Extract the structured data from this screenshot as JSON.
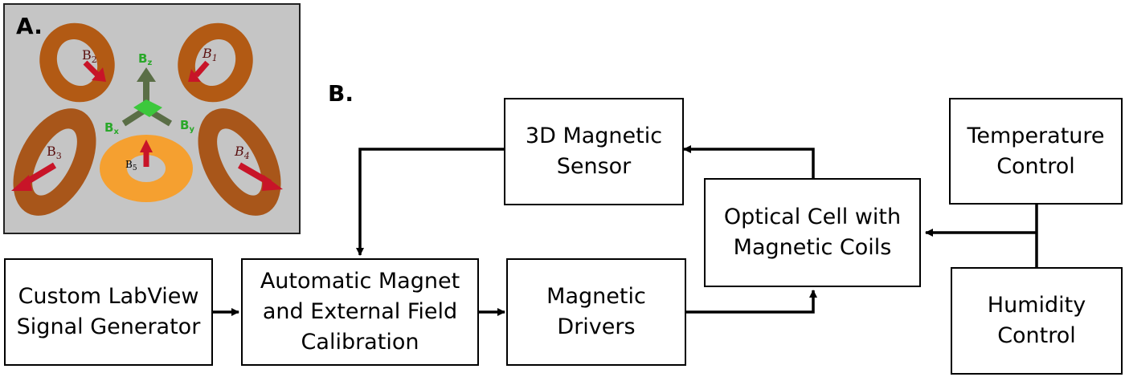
{
  "panel_a": {
    "label": "A.",
    "coil_labels": {
      "b1": "B",
      "b1_sub": "1",
      "b2": "B",
      "b2_sub": "2",
      "b3": "B",
      "b3_sub": "3",
      "b4": "B",
      "b4_sub": "4",
      "b5": "B",
      "b5_sub": "5"
    },
    "axis_labels": {
      "bz": "B",
      "bz_sub": "z",
      "bx": "B",
      "bx_sub": "x",
      "by": "B",
      "by_sub": "y"
    },
    "colors": {
      "background": "#c5c5c5",
      "coil_dark": "#b25a14",
      "coil_light": "#f5a030",
      "arrow_red": "#c81428",
      "axis_green": "#3cc83c",
      "axis_olive": "#5a6e46"
    }
  },
  "panel_b": {
    "label": "B.",
    "boxes": {
      "signal_generator": "Custom LabView\nSignal Generator",
      "calibration": "Automatic Magnet\nand External Field\nCalibration",
      "drivers": "Magnetic\nDrivers",
      "sensor": "3D Magnetic\nSensor",
      "optical_cell": "Optical Cell with\nMagnetic Coils",
      "temperature": "Temperature\nControl",
      "humidity": "Humidity\nControl"
    }
  }
}
